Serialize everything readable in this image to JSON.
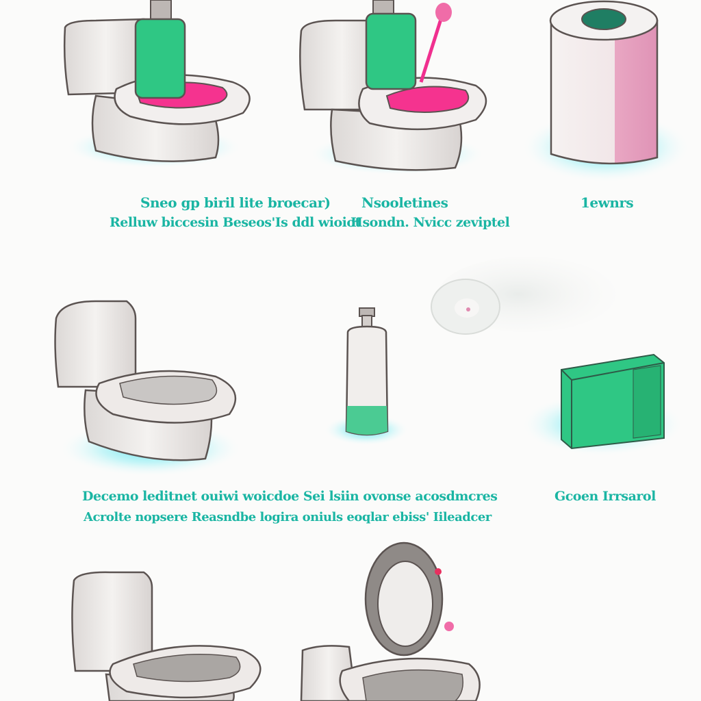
{
  "captions": {
    "row1_left_line1": "Sneo gp biril lite broecar)",
    "row1_left_line2": "Relluw biccesin Beseos'Is ddl wioiot",
    "row1_mid_line1": "Nsooletines",
    "row1_mid_line2": "Hsondn. Nvicc zeviptel",
    "row1_right": "1ewnrs",
    "row2_left_line1": "Decemo leditnet ouiwi woicdoe Sei lsiin ovonse acosdmcres",
    "row2_left_line2": "Acrolte nopsere Reasndbe logira oniuls eoqlar ebiss' Iileadcer",
    "row2_right": "Gcoen Irrsarol"
  },
  "colors": {
    "accent_teal": "#1ab5a3",
    "glow_cyan": "#4fe3ee",
    "green": "#2fc784",
    "pink": "#f0308f",
    "porcelain": "#f1efed",
    "outline": "#5b5351"
  }
}
